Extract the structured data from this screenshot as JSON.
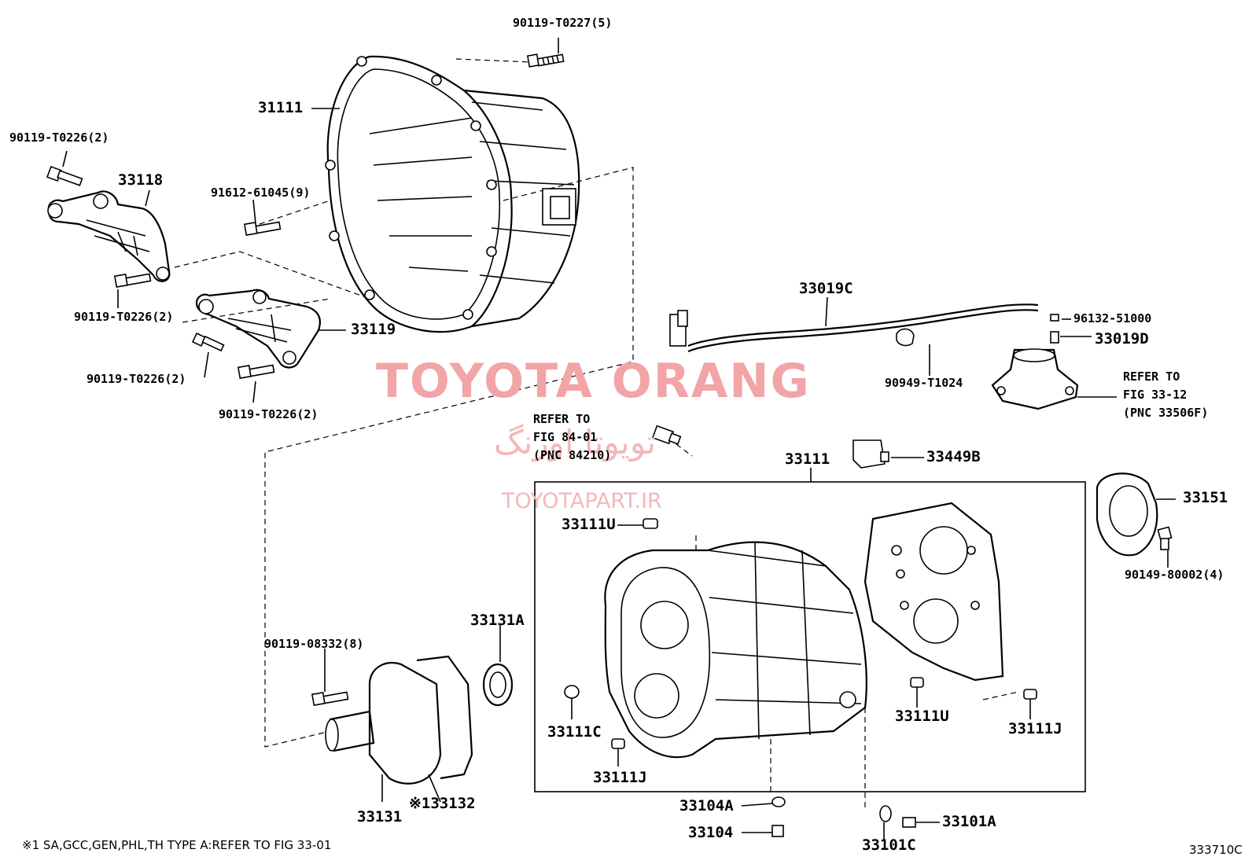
{
  "watermark": {
    "brand": "TOYOTA ORANG",
    "persian": "تویوتا اورنگ",
    "url": "TOYOTAPART.IR"
  },
  "labels": {
    "p90119_T0227": "90119-T0227(5)",
    "p31111": "31111",
    "p90119_T0226_a": "90119-T0226(2)",
    "p33118": "33118",
    "p91612_61045": "91612-61045(9)",
    "p90119_T0226_b": "90119-T0226(2)",
    "p33119": "33119",
    "p90119_T0226_c": "90119-T0226(2)",
    "p90119_T0226_d": "90119-T0226(2)",
    "p33019C": "33019C",
    "p96132_51000": "96132-51000",
    "p33019D": "33019D",
    "p90949_T1024": "90949-T1024",
    "ref_right": [
      "REFER TO",
      "FIG 33-12",
      "(PNC 33506F)"
    ],
    "ref_mid": [
      "REFER TO",
      "FIG 84-01",
      "(PNC 84210)"
    ],
    "p33111_top": "33111",
    "p33449B": "33449B",
    "p33151": "33151",
    "p90149_80002": "90149-80002(4)",
    "p33111U_a": "33111U",
    "p33131A": "33131A",
    "p90119_08332": "90119-08332(8)",
    "p33111C": "33111C",
    "p33111J_a": "33111J",
    "p33111U_b": "33111U",
    "p33111J_b": "33111J",
    "p33104A": "33104A",
    "p33104": "33104",
    "p33101A": "33101A",
    "p33101C": "33101C",
    "p33131": "33131",
    "p33132": "※133132"
  },
  "footnote": "※1 SA,GCC,GEN,PHL,TH TYPE A:REFER TO FIG 33-01",
  "figure_code": "333710C"
}
